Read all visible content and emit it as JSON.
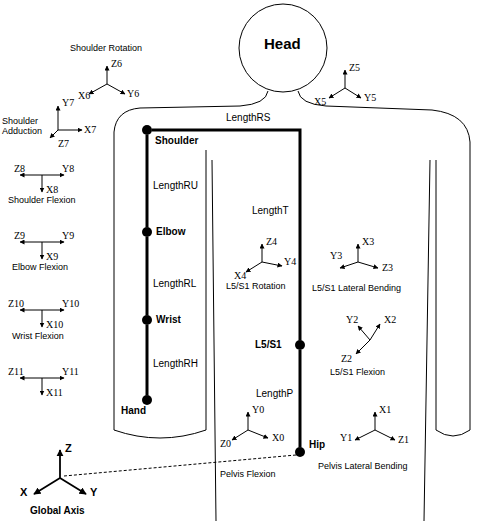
{
  "diagram": {
    "nodes": [
      {
        "text": [
          "Shoulder"
        ]
      },
      {
        "text": [
          "Elbow"
        ]
      },
      {
        "text": [
          "Wrist"
        ]
      },
      {
        "text": [
          "Hand"
        ]
      },
      {
        "text": [
          "L5/S1"
        ]
      },
      {
        "text": [
          "Hip"
        ]
      }
    ],
    "edges": [
      {
        "from": 0,
        "to": 1,
        "arrow": "none"
      },
      {
        "from": 1,
        "to": 2,
        "arrow": "none"
      },
      {
        "from": 2,
        "to": 3,
        "arrow": "none"
      },
      {
        "from": 0,
        "to": 4,
        "arrow": "none"
      },
      {
        "from": 4,
        "to": 5,
        "arrow": "none"
      }
    ],
    "labels": [
      "Head",
      "Shoulder Rotation",
      "Z6",
      "X6",
      "Y6",
      "Shoulder Adduction",
      "Y7",
      "X7",
      "Z7",
      "Z8",
      "Y8",
      "X8",
      "Shoulder Flexion",
      "Z9",
      "Y9",
      "X9",
      "Elbow Flexion",
      "Z10",
      "Y10",
      "X10",
      "Wrist Flexion",
      "Z11",
      "Y11",
      "X11",
      "Z5",
      "X5",
      "Y5",
      "LengthRS",
      "LengthRU",
      "LengthRL",
      "LengthRH",
      "LengthT",
      "Z4",
      "X4",
      "Y4",
      "L5/S1 Rotation",
      "X3",
      "Y3",
      "Z3",
      "L5/S1 Lateral Bending",
      "Y2",
      "X2",
      "Z2",
      "L5/S1 Flexion",
      "LengthP",
      "Y0",
      "Z0",
      "X0",
      "Pelvis Flexion",
      "X1",
      "Y1",
      "Z1",
      "Pelvis Lateral Bending",
      "Z",
      "X",
      "Y",
      "Global Axis"
    ]
  }
}
